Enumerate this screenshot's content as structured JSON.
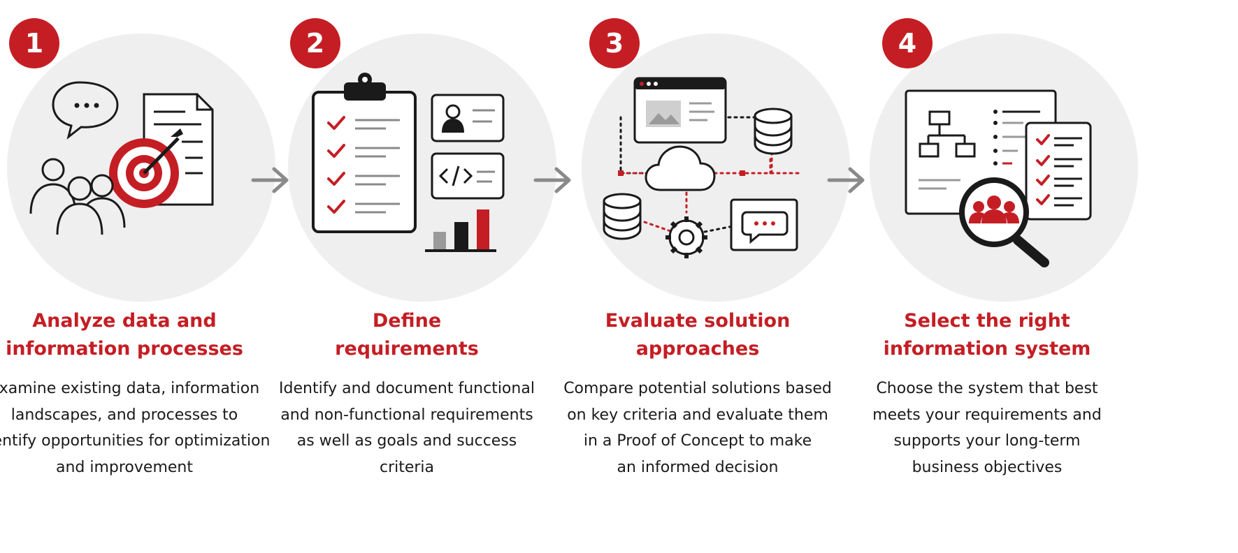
{
  "accent_color": "#c41e24",
  "steps": [
    {
      "number": "1",
      "title_line1": "Analyze data and",
      "title_line2": "information processes",
      "desc": [
        "Examine existing data, information",
        "landscapes, and processes to",
        "identify opportunities for optimization",
        "and improvement"
      ]
    },
    {
      "number": "2",
      "title_line1": "Define",
      "title_line2": "requirements",
      "desc": [
        "Identify and document functional",
        "and non-functional requirements",
        "as well as goals and success",
        "criteria"
      ]
    },
    {
      "number": "3",
      "title_line1": "Evaluate solution",
      "title_line2": "approaches",
      "desc": [
        "Compare potential solutions based",
        "on key criteria and evaluate them",
        "in a Proof of Concept to make",
        "an informed decision"
      ]
    },
    {
      "number": "4",
      "title_line1": "Select the right",
      "title_line2": "information system",
      "desc": [
        "Choose the system that best",
        "meets your requirements and",
        "supports your long-term",
        "business objectives"
      ]
    }
  ],
  "icons": {
    "step1": [
      "speech-bubble-icon",
      "document-icon",
      "target-icon",
      "people-icon"
    ],
    "step2": [
      "clipboard-checklist-icon",
      "profile-card-icon",
      "code-card-icon",
      "bar-chart-icon"
    ],
    "step3": [
      "browser-window-icon",
      "database-icon",
      "cloud-icon",
      "gear-icon",
      "chat-icon"
    ],
    "step4": [
      "flowchart-document-icon",
      "checklist-document-icon",
      "magnifier-team-icon"
    ],
    "arrows": "arrow-right-icon"
  }
}
